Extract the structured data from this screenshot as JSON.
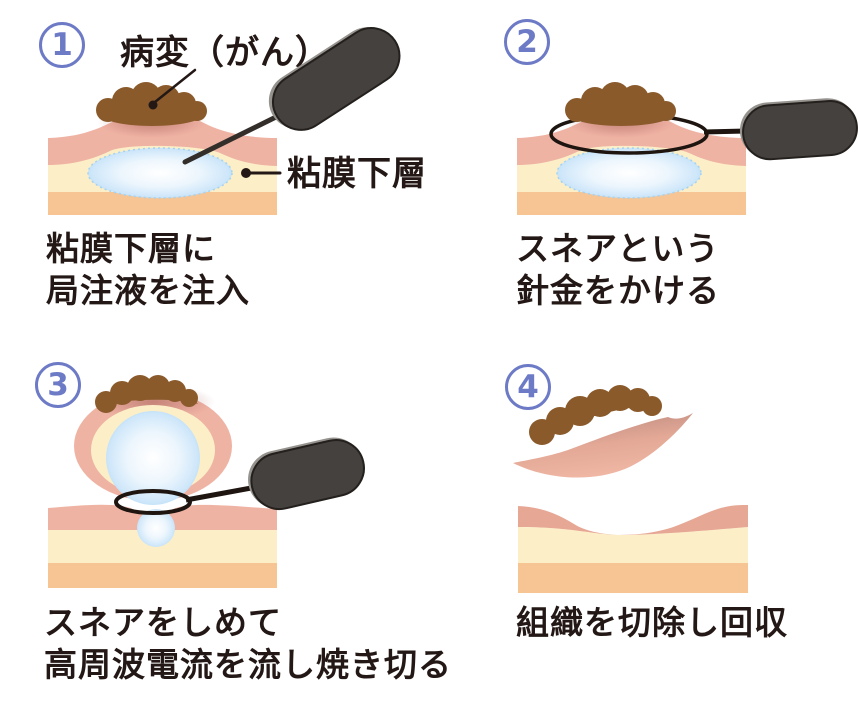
{
  "figure": {
    "language": "ja",
    "subject": "EMR endoscopic mucosal resection procedure steps"
  },
  "colors": {
    "mucosa": "#EFB3A4",
    "mucosa_dark": "#E7A795",
    "submucosa": "#FCEFC8",
    "muscle": "#F7C493",
    "lesion": "#8A5A2B",
    "fluid": "#A9D4F2",
    "device": "#45413E",
    "device_edge": "#96938F",
    "wire": "#1E1510",
    "text": "#231815",
    "step": "#6D7AC6"
  },
  "steps": [
    {
      "number": "1",
      "caption_lines": [
        "粘膜下層に",
        "局注液を注入"
      ],
      "labels": {
        "lesion": "病変（がん）",
        "submucosa": "粘膜下層"
      }
    },
    {
      "number": "2",
      "caption_lines": [
        "スネアという",
        "針金をかける"
      ]
    },
    {
      "number": "3",
      "caption_lines": [
        "スネアをしめて",
        "高周波電流を流し焼き切る"
      ]
    },
    {
      "number": "4",
      "caption_lines": [
        "組織を切除し回収",
        ""
      ]
    }
  ]
}
